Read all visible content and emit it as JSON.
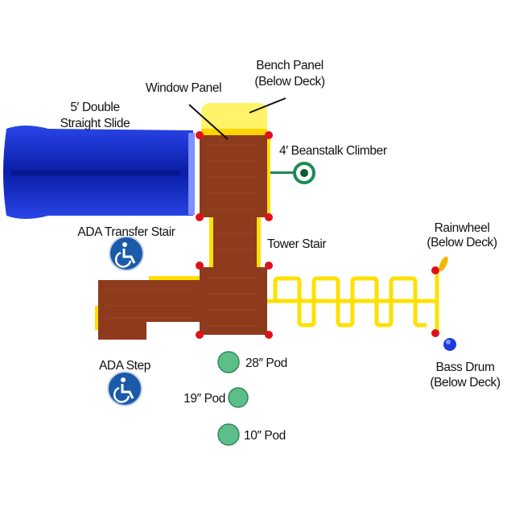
{
  "labels": {
    "bench_panel": [
      "Bench Panel",
      "(Below Deck)"
    ],
    "window_panel": "Window Panel",
    "slide": [
      "5′ Double",
      "Straight Slide"
    ],
    "beanstalk": "4′ Beanstalk Climber",
    "ada_transfer_stair": "ADA Transfer Stair",
    "tower_stair": "Tower Stair",
    "rainwheel": [
      "Rainwheel",
      "(Below Deck)"
    ],
    "ada_step": "ADA Step",
    "bass_drum": [
      "Bass Drum",
      "(Below Deck)"
    ],
    "pods": [
      "28″ Pod",
      "19″ Pod",
      "10″ Pod"
    ]
  },
  "icons": [
    "wheelchair-accessible-icon"
  ],
  "colors": {
    "slide": "#1a2fc8",
    "deck": "#8e3a1c",
    "rail": "#ffe000",
    "connector": "#e0101a",
    "climber": "#1f8a55",
    "pod": "#5cbf8a",
    "ada": "#1a5aa8",
    "drum": "#1a3be0"
  }
}
